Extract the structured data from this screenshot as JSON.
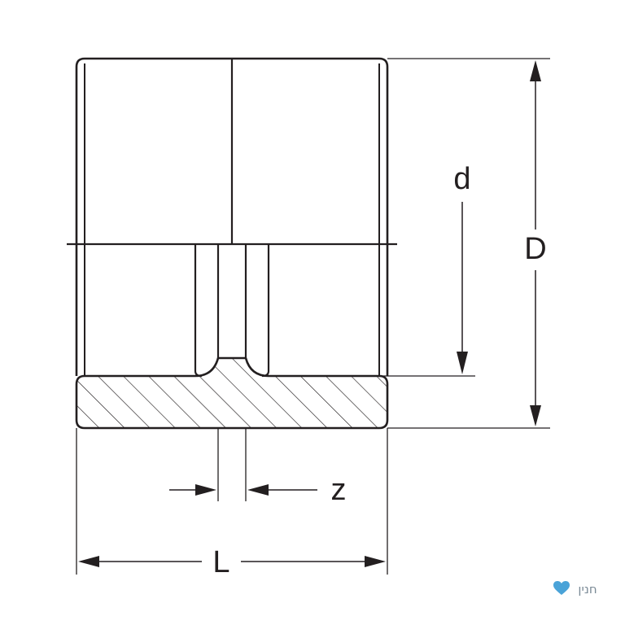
{
  "labels": {
    "d": "d",
    "D": "D",
    "z": "z",
    "L": "L"
  },
  "logo": {
    "text": "חנין",
    "icon": "heart-icon",
    "color": "#4aa3d8"
  },
  "colors": {
    "line": "#231f20",
    "background": "#ffffff"
  }
}
